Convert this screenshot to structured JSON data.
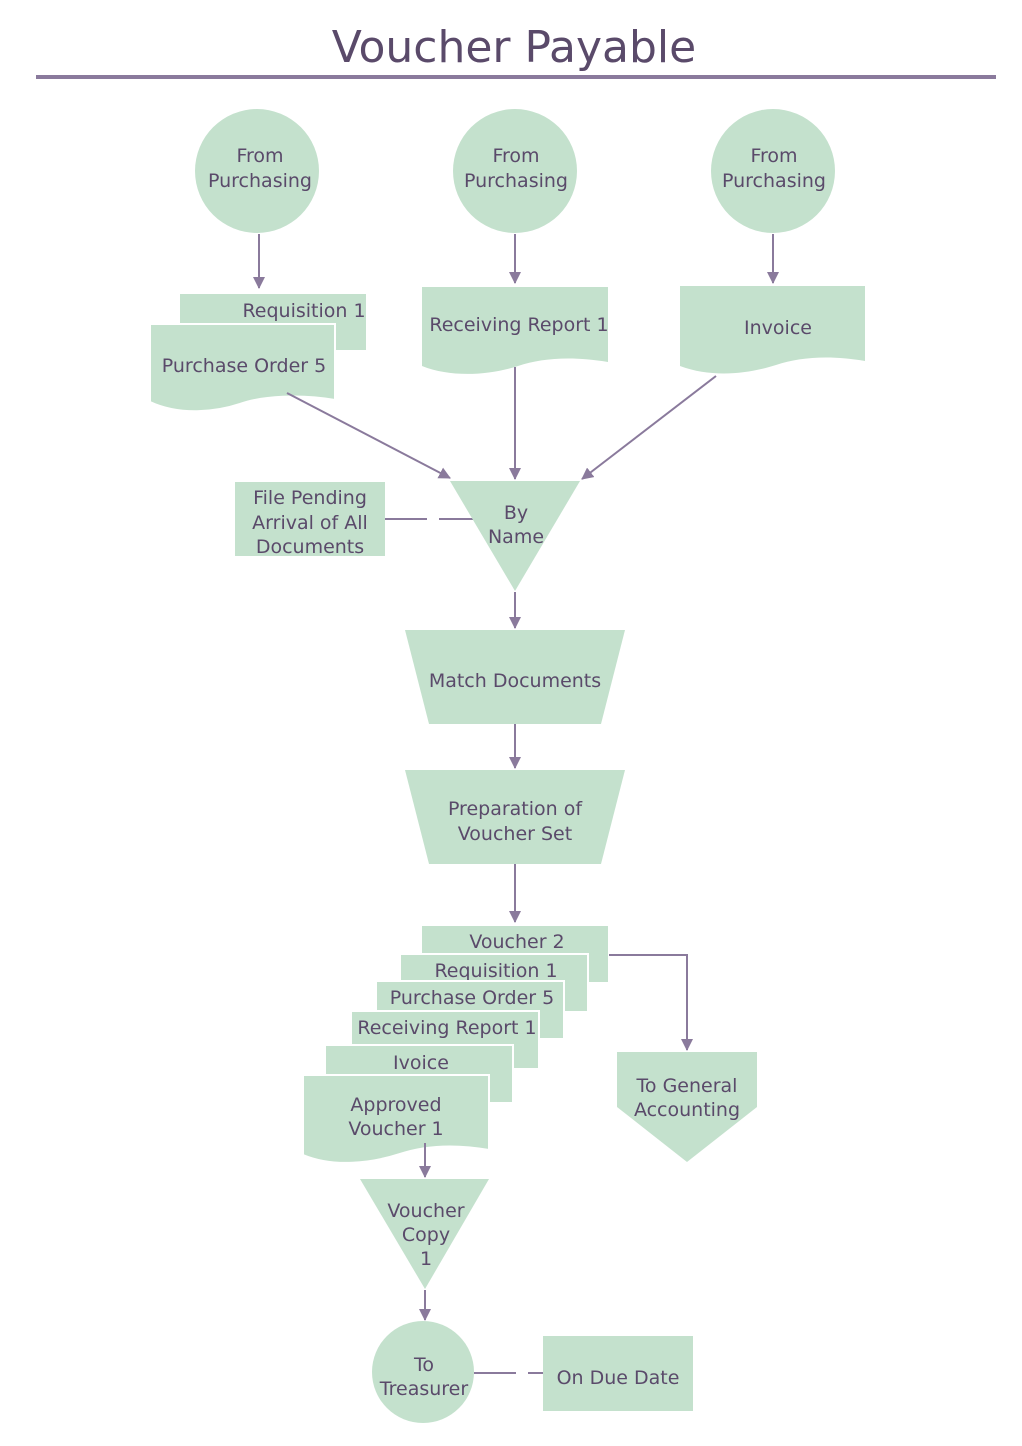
{
  "title": "Voucher Payable",
  "colors": {
    "shape_fill": "#c4e1cd",
    "line": "#8a7a9c",
    "text": "#5a4a6a"
  },
  "sources": {
    "left": [
      "From",
      "Purchasing"
    ],
    "middle": [
      "From",
      "Purchasing"
    ],
    "right": [
      "From",
      "Purchasing"
    ]
  },
  "documents": {
    "requisition": "Requisition 1",
    "purchase_order": "Purchase Order 5",
    "receiving_report": "Receiving Report 1",
    "invoice": "Invoice"
  },
  "file_pending": [
    "File Pending",
    "Arrival of All",
    "Documents"
  ],
  "by_name": [
    "By",
    "Name"
  ],
  "match_documents": "Match Documents",
  "preparation": [
    "Preparation of",
    "Voucher Set"
  ],
  "voucher_set": {
    "voucher": "Voucher 2",
    "requisition": "Requisition 1",
    "purchase_order": "Purchase Order 5",
    "receiving_report": "Receiving Report 1",
    "invoice": "Ivoice",
    "approved": [
      "Approved",
      "Voucher 1"
    ]
  },
  "to_general_accounting": [
    "To General",
    "Accounting"
  ],
  "voucher_copy": [
    "Voucher",
    "Copy",
    "1"
  ],
  "to_treasurer": [
    "To",
    "Treasurer"
  ],
  "on_due_date": "On Due Date"
}
